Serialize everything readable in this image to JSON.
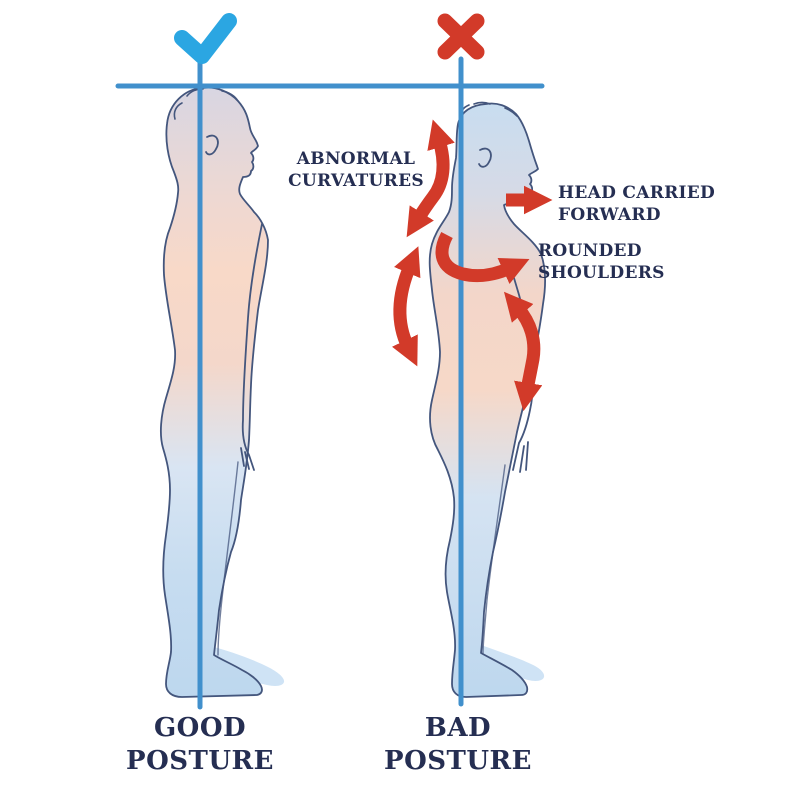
{
  "figures": {
    "good": {
      "label": "GOOD POSTURE",
      "mark": "check-icon"
    },
    "bad": {
      "label": "BAD POSTURE",
      "mark": "cross-icon"
    }
  },
  "annotations": {
    "abnormal_curvatures": "ABNORMAL CURVATURES",
    "head_carried_forward": "HEAD CARRIED FORWARD",
    "rounded_shoulders": "ROUNDED SHOULDERS"
  },
  "colors": {
    "line_blue": "#4190CC",
    "check_blue": "#2BA6E2",
    "alert_red": "#D23A29",
    "text_navy": "#252E52",
    "body_outline": "#44567D",
    "body_blue": "#C6DCF0",
    "body_peach": "#F8D9C8"
  }
}
